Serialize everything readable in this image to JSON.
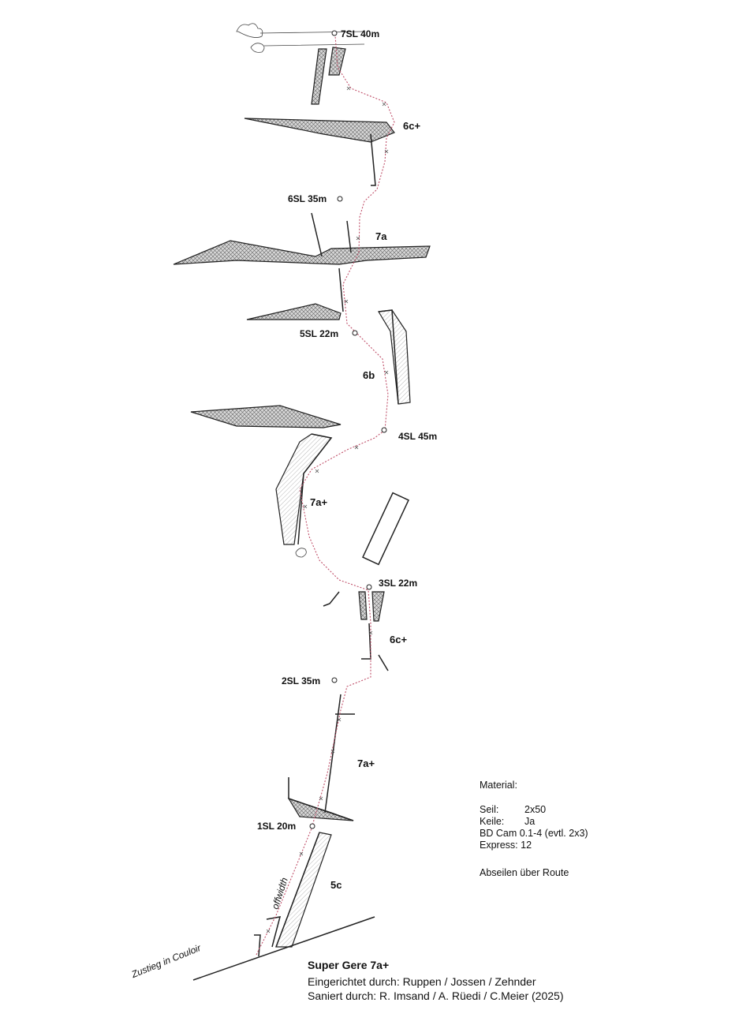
{
  "topo": {
    "anchors": [
      {
        "label": "7SL 40m"
      },
      {
        "label": "6SL 35m"
      },
      {
        "label": "5SL 22m"
      },
      {
        "label": "4SL 45m"
      },
      {
        "label": "3SL 22m"
      },
      {
        "label": "2SL 35m"
      },
      {
        "label": "1SL 20m"
      }
    ],
    "grades": [
      "6c+",
      "7a",
      "6b",
      "7a+",
      "6c+",
      "7a+",
      "5c"
    ],
    "offwidth_label": "offwidth",
    "approach_label": "Zustieg in Couloir",
    "route_color": "#c0506a"
  },
  "material": {
    "heading": "Material:",
    "items": [
      {
        "key": "Seil:",
        "value": "2x50"
      },
      {
        "key": "Keile:",
        "value": "Ja"
      },
      {
        "key": "BD Cam",
        "value": "0.1-4 (evtl. 2x3)"
      },
      {
        "key": "Express:",
        "value": "12"
      }
    ],
    "note": "Abseilen über Route"
  },
  "footer": {
    "title": "Super Gere 7a+",
    "established": "Eingerichtet durch: Ruppen / Jossen / Zehnder",
    "renovated": "Saniert durch: R. Imsand / A. Rüedi / C.Meier (2025)"
  }
}
